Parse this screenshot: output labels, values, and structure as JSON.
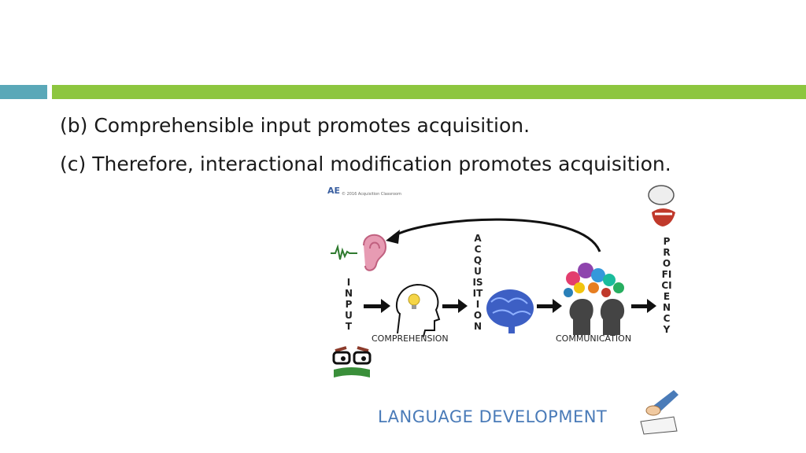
{
  "slide": {
    "bullets": [
      "(b) Comprehensible input promotes acquisition.",
      "(c) Therefore, interactional modification promotes acquisition."
    ]
  },
  "diagram": {
    "logo": "AE",
    "copyright": "© 2016 Acquisition Classroom",
    "labels": {
      "input": "INPUT",
      "acquisition": "ACQUISITION",
      "proficiency": "PROFICIENCY",
      "comprehension": "COMPREHENSION",
      "communication": "COMMUNICATION",
      "footer": "LANGUAGE  DEVELOPMENT"
    },
    "icons": [
      "ear-icon",
      "soundwave-icon",
      "lightbulb-head-icon",
      "brain-icon",
      "talking-heads-icon",
      "speech-bubble-icon",
      "mouth-icon",
      "reading-eyes-icon",
      "writing-hand-icon"
    ]
  },
  "colors": {
    "teal": "#5aa8b8",
    "green": "#8dc63f",
    "diagram_text": "#4a7bb8"
  }
}
